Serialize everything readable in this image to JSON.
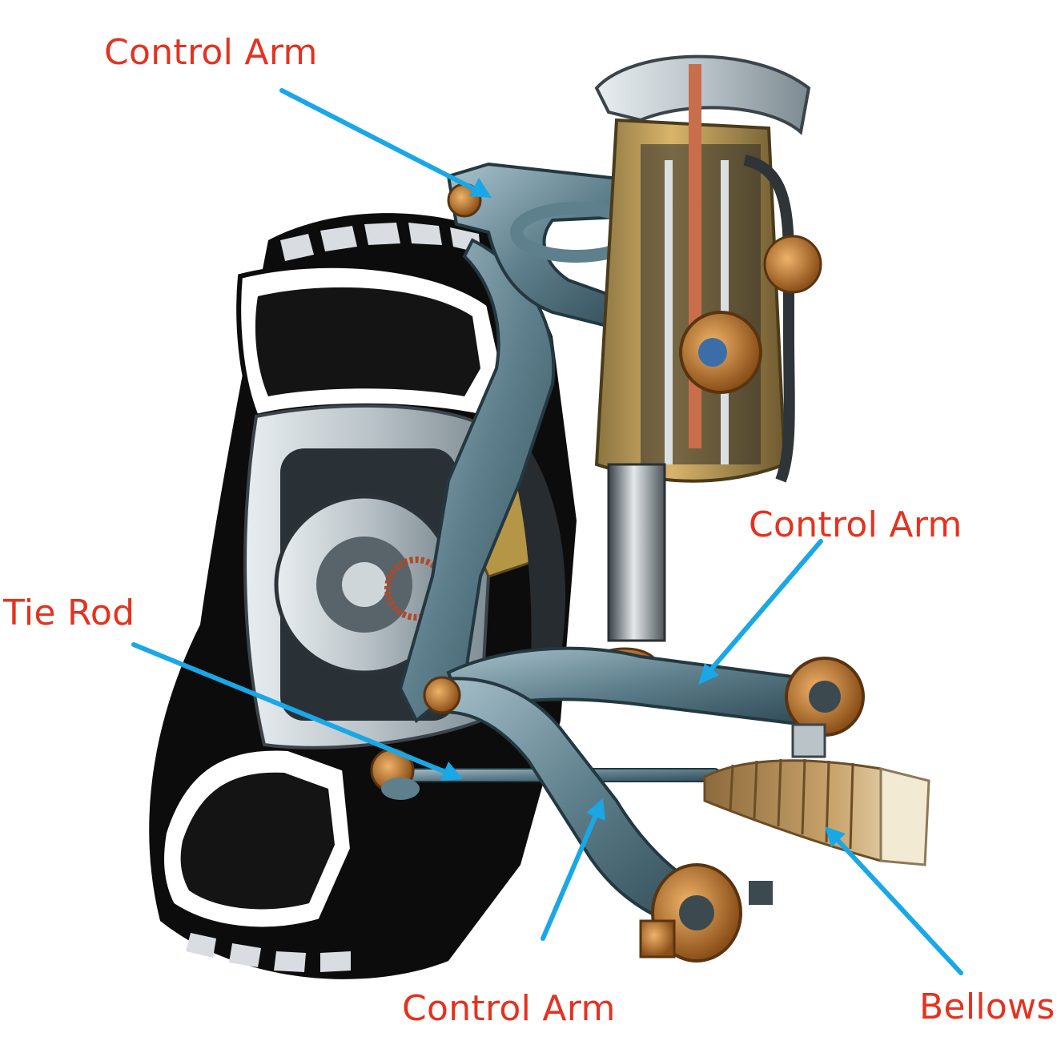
{
  "labels": {
    "control_arm_top": "Control Arm",
    "control_arm_right": "Control Arm",
    "tie_rod": "Tie Rod",
    "control_arm_bottom": "Control Arm",
    "bellows": "Bellows"
  },
  "colors": {
    "label_text": "#e4321f",
    "pointer": "#1aa7e6",
    "tire": "#0c0c0c",
    "tread_highlight": "#d9dde2",
    "arm_metal": "#5e7f8c",
    "arm_metal_light": "#a9c2cc",
    "rim_metal": "#b9c3c8",
    "bushing": "#c47a2c",
    "strut_gold": "#d9b46a",
    "background": "#ffffff"
  },
  "icons": [
    "arrow-pointer-icon"
  ]
}
